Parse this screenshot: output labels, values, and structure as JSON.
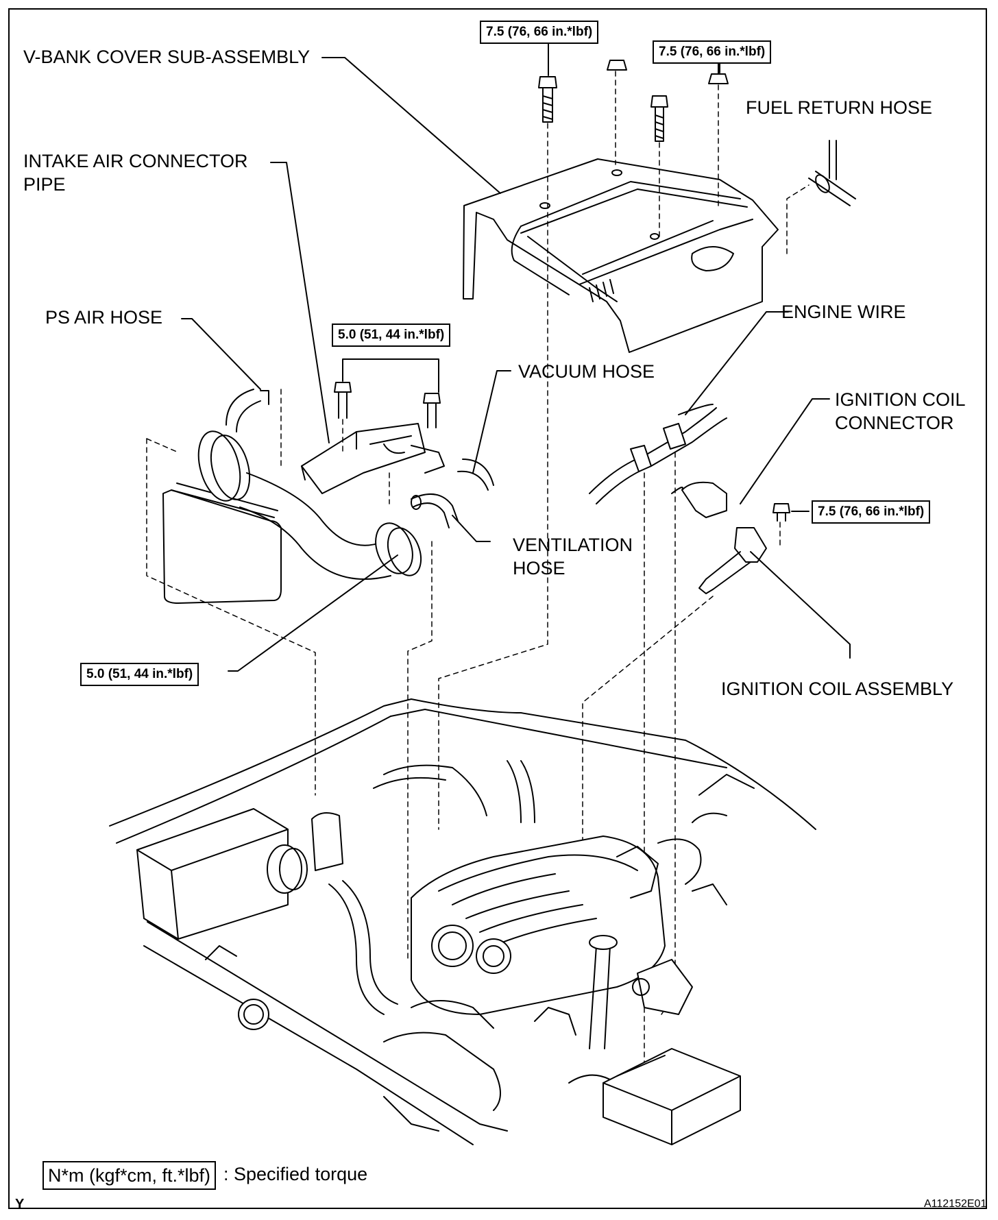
{
  "labels": {
    "v_bank_cover": "V-BANK COVER SUB-ASSEMBLY",
    "intake_pipe_line1": "INTAKE AIR CONNECTOR",
    "intake_pipe_line2": "PIPE",
    "fuel_return_hose": "FUEL RETURN HOSE",
    "ps_air_hose": "PS AIR HOSE",
    "engine_wire": "ENGINE WIRE",
    "vacuum_hose": "VACUUM HOSE",
    "ignition_coil_connector_line1": "IGNITION COIL",
    "ignition_coil_connector_line2": "CONNECTOR",
    "ventilation_hose_line1": "VENTILATION",
    "ventilation_hose_line2": "HOSE",
    "ignition_coil_assembly": "IGNITION COIL ASSEMBLY"
  },
  "torque_specs": {
    "cover_bolt_left": "7.5 (76, 66 in.*lbf)",
    "cover_nut_right": "7.5 (76, 66 in.*lbf)",
    "intake_bolts": "5.0 (51, 44 in.*lbf)",
    "hose_clamp": "5.0 (51, 44 in.*lbf)",
    "ignition_coil_bolt": "7.5 (76, 66 in.*lbf)"
  },
  "legend": {
    "unit_box": "N*m (kgf*cm, ft.*lbf)",
    "description": ": Specified torque"
  },
  "footer": {
    "left_mark": "Y",
    "figure_id": "A112152E01"
  }
}
